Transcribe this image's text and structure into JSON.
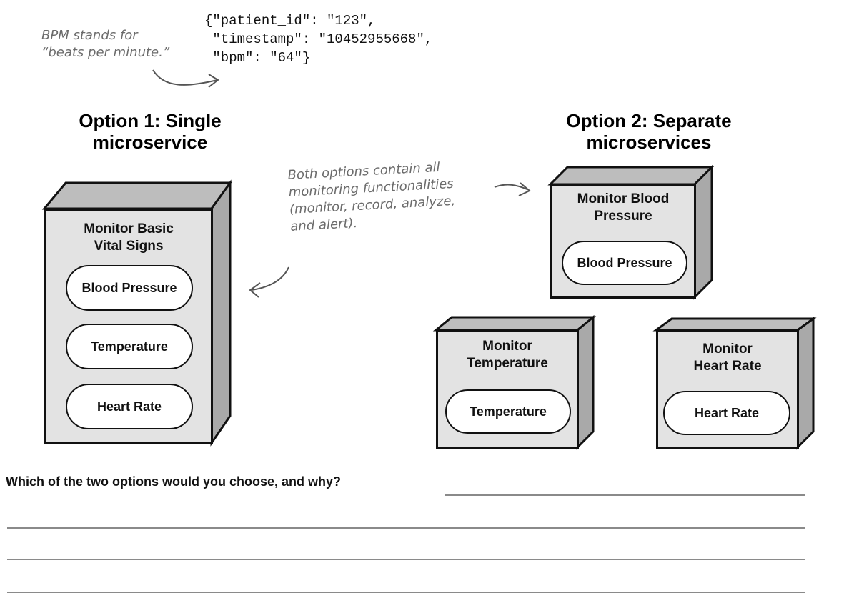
{
  "json_sample": {
    "line1": "{\"patient_id\": \"123\",",
    "line2": " \"timestamp\": \"10452955668\",",
    "line3": " \"bpm\": \"64\"}"
  },
  "notes": {
    "bpm": [
      "BPM stands for",
      "“beats per minute.”"
    ],
    "both_options": [
      "Both options contain all",
      "monitoring functionalities",
      "(monitor, record, analyze,",
      "and alert)."
    ]
  },
  "option1": {
    "heading": [
      "Option 1: Single",
      "microservice"
    ],
    "service": {
      "title": [
        "Monitor Basic",
        "Vital Signs"
      ],
      "capabilities": [
        "Blood Pressure",
        "Temperature",
        "Heart Rate"
      ]
    }
  },
  "option2": {
    "heading": [
      "Option 2: Separate",
      "microservices"
    ],
    "services": [
      {
        "title": [
          "Monitor Blood",
          "Pressure"
        ],
        "capability": "Blood Pressure"
      },
      {
        "title": [
          "Monitor",
          "Temperature"
        ],
        "capability": "Temperature"
      },
      {
        "title": [
          "Monitor",
          "Heart Rate"
        ],
        "capability": "Heart Rate"
      }
    ]
  },
  "question": "Which of the two options would you choose, and why?",
  "colors": {
    "box_fill": "#e3e3e3",
    "box_top": "#bdbdbd",
    "box_side": "#a9a9a9",
    "note_text": "#6b6b6b",
    "answer_line": "#8a8a8a"
  }
}
